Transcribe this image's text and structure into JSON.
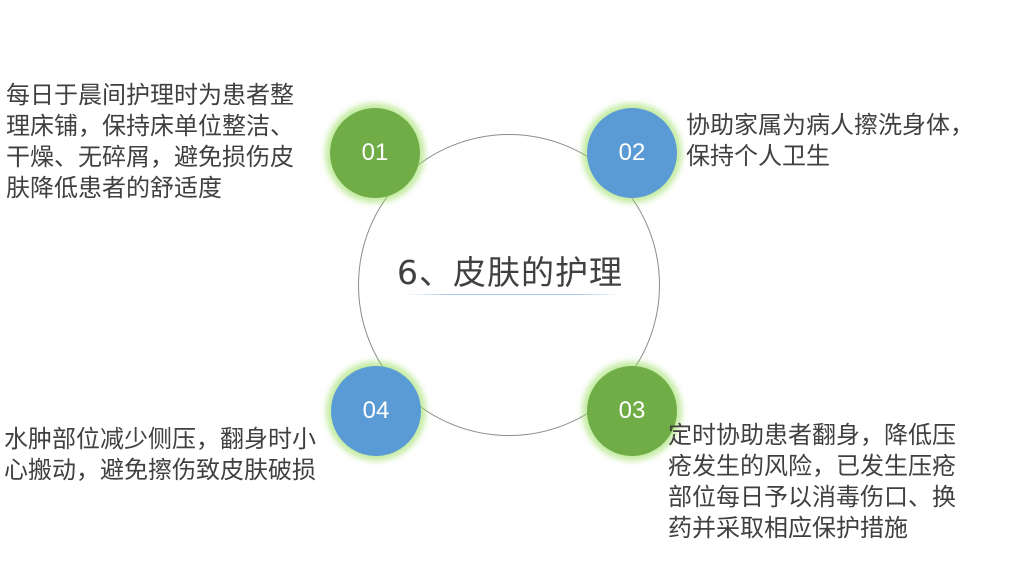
{
  "center": {
    "title": "6、皮肤的护理"
  },
  "nodes": [
    {
      "number": "01",
      "color": "#70ad47",
      "description_lines": [
        "每日于晨间护理时为患者整",
        "理床铺，保持床单位整洁、",
        "干燥、无碎屑，避免损伤皮",
        "肤降低患者的舒适度"
      ]
    },
    {
      "number": "02",
      "color": "#5b9bd5",
      "description_lines": [
        "协助家属为病人擦洗身体，",
        "保持个人卫生"
      ]
    },
    {
      "number": "03",
      "color": "#70ad47",
      "description_lines": [
        "定时协助患者翻身，降低压",
        "疮发生的风险，已发生压疮",
        "部位每日予以消毒伤口、换",
        "药并采取相应保护措施"
      ]
    },
    {
      "number": "04",
      "color": "#5b9bd5",
      "description_lines": [
        "水肿部位减少侧压，翻身时小",
        "心搬动，避免擦伤致皮肤破损"
      ]
    }
  ],
  "colors": {
    "green": "#70ad47",
    "blue": "#5b9bd5",
    "glow": "#96dc5a",
    "text": "#404040",
    "circle_stroke": "#8c8c8c"
  }
}
